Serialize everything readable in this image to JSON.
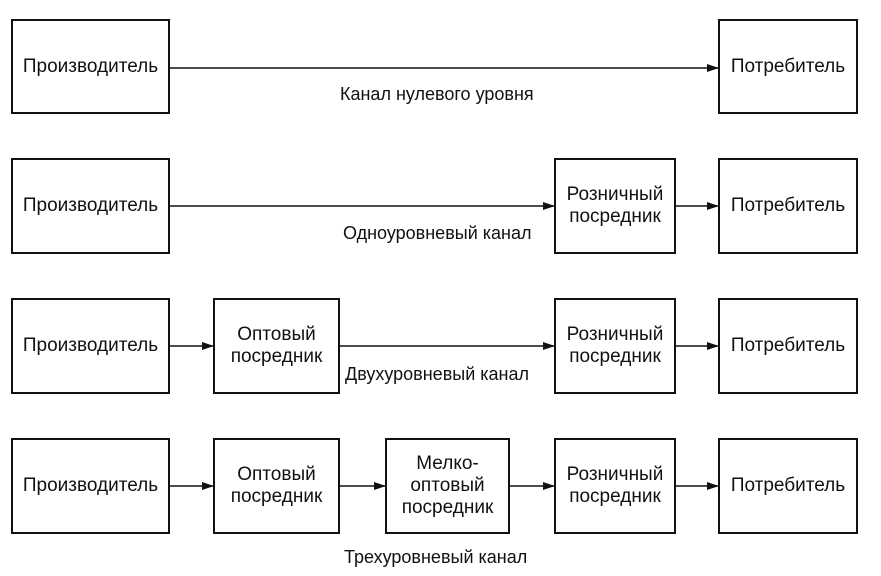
{
  "rows": [
    {
      "caption": "Канал нулевого уровня",
      "nodes": [
        "Производитель",
        "Потребитель"
      ]
    },
    {
      "caption": "Одноуровневый канал",
      "nodes": [
        "Производитель",
        "Розничный\nпосредник",
        "Потребитель"
      ]
    },
    {
      "caption": "Двухуровневый канал",
      "nodes": [
        "Производитель",
        "Оптовый\nпосредник",
        "Розничный\nпосредник",
        "Потребитель"
      ]
    },
    {
      "caption": "Трехуровневый канал",
      "nodes": [
        "Производитель",
        "Оптовый\nпосредник",
        "Мелко-\nоптовый\nпосредник",
        "Розничный\nпосредник",
        "Потребитель"
      ]
    }
  ]
}
